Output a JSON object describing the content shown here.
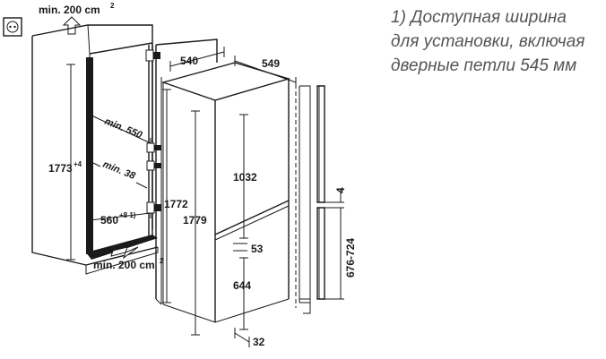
{
  "note": {
    "line1": "1) Доступная ширина",
    "line2": "для установки, включая",
    "line3": "дверные петли 545 мм"
  },
  "labels": {
    "vent_top": "min. 200 cm",
    "vent_top_sup": "2",
    "vent_bottom": "min. 200 cm",
    "vent_bottom_sup": "2",
    "depth_550": "min. 550",
    "gap_38": "min. 38",
    "height_1773": "1773",
    "height_1773_sup": "+4",
    "width_560": "560",
    "width_560_sup": "+8 1)",
    "width_540": "540",
    "depth_549": "549",
    "height_1772": "1772",
    "height_1779": "1779",
    "height_1032": "1032",
    "gap_53": "53",
    "height_644": "644",
    "offset_32": "32",
    "gap_4": "4",
    "range_676_724": "676-724"
  },
  "icons": {
    "socket": "power-socket-icon",
    "arrow_top": "air-outflow-arrow-icon",
    "arrow_bottom": "air-inflow-arrow-icon"
  }
}
